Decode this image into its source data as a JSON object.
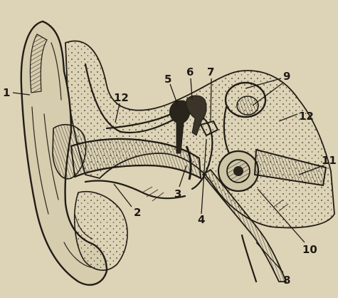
{
  "figure": {
    "labels": [
      "1",
      "2",
      "3",
      "4",
      "5",
      "6",
      "7",
      "8",
      "9",
      "10",
      "11",
      "12",
      "12"
    ]
  },
  "colors": {
    "paper": "#ddd3b6",
    "ink": "#211d16",
    "bone": "#cfc6a8"
  }
}
